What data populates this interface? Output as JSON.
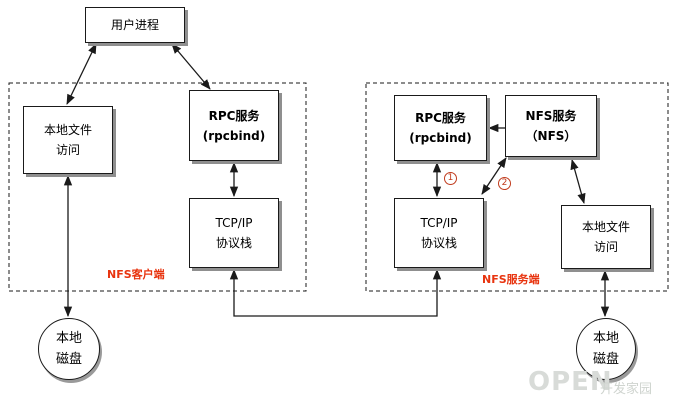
{
  "nodes": {
    "user_process": "用户进程",
    "client_local_file": [
      "本地文件",
      "访问"
    ],
    "client_rpc": [
      "RPC服务",
      "(rpcbind)"
    ],
    "client_tcp": [
      "TCP/IP",
      "协议栈"
    ],
    "server_rpc": [
      "RPC服务",
      "(rpcbind)"
    ],
    "server_nfs": [
      "NFS服务",
      "（NFS）"
    ],
    "server_tcp": [
      "TCP/IP",
      "协议栈"
    ],
    "server_local_file": [
      "本地文件",
      "访问"
    ],
    "client_disk": [
      "本地",
      "磁盘"
    ],
    "server_disk": [
      "本地",
      "磁盘"
    ]
  },
  "regions": {
    "client": "NFS客户端",
    "server": "NFS服务端"
  },
  "steps": [
    "1",
    "2"
  ],
  "watermark": {
    "main": "OPEN",
    "sub": "开发家园"
  },
  "colors": {
    "region_label": "#e8340f",
    "badge": "#c13c1e",
    "line": "#1a1a1a"
  }
}
